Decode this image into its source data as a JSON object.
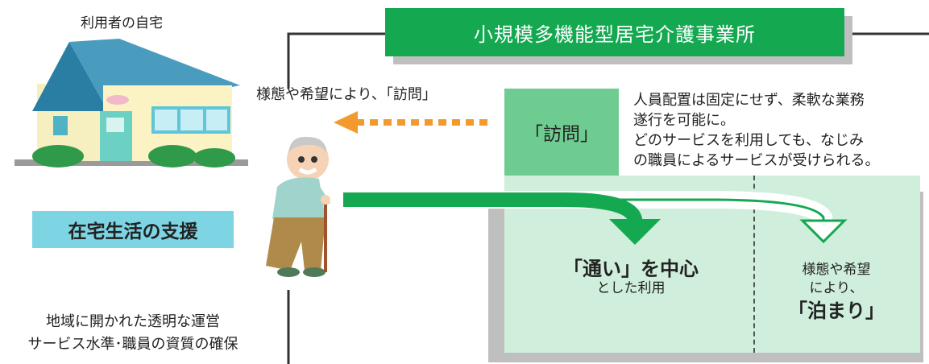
{
  "house": {
    "label": "利用者の自宅"
  },
  "support": {
    "label": "在宅生活の支援"
  },
  "bottom_note": {
    "line1": "地域に開かれた透明な運営",
    "line2": "サービス水準･職員の資質の確保"
  },
  "facility": {
    "title": "小規模多機能型居宅介護事業所"
  },
  "visit": {
    "arrow_text": "様態や希望により、「訪問」",
    "box_label": "「訪問」"
  },
  "staff_note": {
    "line1": "人員配置は固定にせず、柔軟な業務",
    "line2": "遂行を可能に。",
    "line3": "どのサービスを利用しても、なじみ",
    "line4": "の職員によるサービスが受けられる。"
  },
  "day_service": {
    "main": "「通い」を中心",
    "sub": "とした利用"
  },
  "stay": {
    "line1": "様態や希望",
    "line2": "により、",
    "line3": "「泊まり」"
  },
  "colors": {
    "green": "#14a851",
    "light_green": "#6fcc91",
    "pale_green": "#cfeedb",
    "cyan": "#7dd4e3",
    "orange": "#f39a2e"
  }
}
